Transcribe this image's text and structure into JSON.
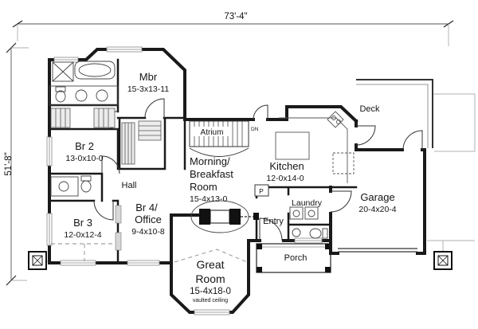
{
  "dimensions": {
    "width": "73'-4\"",
    "height": "51'-8\""
  },
  "rooms": {
    "mbr": {
      "name": "Mbr",
      "size": "15-3x13-11"
    },
    "br2": {
      "name": "Br 2",
      "size": "13-0x10-0"
    },
    "br3": {
      "name": "Br 3",
      "size": "12-0x12-4"
    },
    "br4": {
      "line1": "Br 4/",
      "line2": "Office",
      "size": "9-4x10-8"
    },
    "morning": {
      "line1": "Morning/",
      "line2": "Breakfast",
      "line3": "Room",
      "size": "15-4x13-0"
    },
    "kitchen": {
      "name": "Kitchen",
      "size": "12-0x14-0"
    },
    "great": {
      "line1": "Great",
      "line2": "Room",
      "size": "15-4x18-0",
      "note": "vaulted ceiling"
    },
    "garage": {
      "name": "Garage",
      "size": "20-4x20-4"
    }
  },
  "areas": {
    "hall": "Hall",
    "atrium": "Atrium",
    "deck": "Deck",
    "laundry": "Laundry",
    "entry": "Entry",
    "porch": "Porch",
    "pantry": "P",
    "stair_direction": "DN"
  },
  "colors": {
    "wall": "#1a1a1a",
    "fixture": "#444444",
    "accent_gray": "#9c9c9c"
  }
}
